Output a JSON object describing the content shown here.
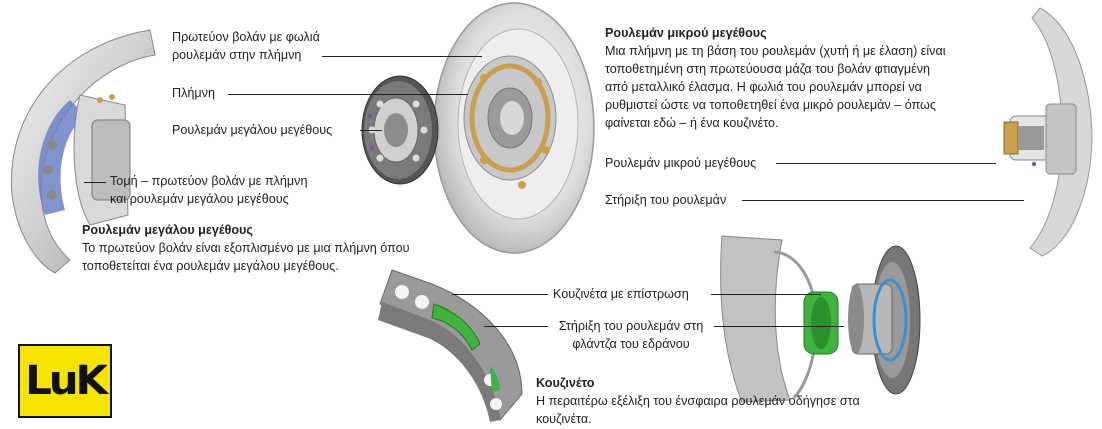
{
  "labels": {
    "primary_flywheel_bearing_seat": [
      "Πρωτεύον βολάν με φωλιά",
      "ρουλεμάν στην πλήμνη"
    ],
    "hub": "Πλήμνη",
    "large_bearing": "Ρουλεμάν μεγάλου μεγέθους",
    "section": [
      "Τομή – πρωτεύον βολάν με πλήμνη",
      "και ρουλεμάν μεγάλου μεγέθους"
    ],
    "small_bearing": "Ρουλεμάν μικρού μεγέθους",
    "bearing_support": "Στήριξη του ρουλεμάν",
    "coated_bushing": "Κουζινέτα με επίστρωση",
    "bearing_support_flange": [
      "Στήριξη του ρουλεμάν στη",
      "φλάντζα του εδράνου"
    ]
  },
  "blocks": {
    "large": {
      "title": "Ρουλεμάν μεγάλου μεγέθους",
      "lines": [
        "Το πρωτεύον βολάν είναι εξοπλισμένο με μια πλήμνη όπου",
        "τοποθετείται ένα ρουλεμάν μεγάλου μεγέθους."
      ]
    },
    "small": {
      "title": "Ρουλεμάν μικρού μεγέθους",
      "lines": [
        "Μια πλήμνη με τη βάση του ρουλεμάν (χυτή ή με έλαση) είναι",
        "τοποθετημένη στη πρωτεύουσα μάζα του βολάν φτιαγμένη",
        "από μεταλλικό έλασμα. Η φωλιά του ρουλεμάν μπορεί να",
        "ρυθμιστεί ώστε να τοποθετηθεί ένα μικρό ρουλεμάν – όπως",
        "φαίνεται εδώ – ή ένα κουζινέτο."
      ]
    },
    "bushing": {
      "title": "Κουζινέτο",
      "lines": [
        "Η περαιτέρω εξέλιξη του ένσφαιρα ρουλεμάν οδήγησε στα",
        "κουζινέτα."
      ]
    }
  },
  "logo": {
    "text": "LuK",
    "color": "#f5e400"
  },
  "colors": {
    "bearing_blue": "#3f5fb0",
    "bushing_green": "#3fb23f",
    "gold": "#c8a050"
  }
}
